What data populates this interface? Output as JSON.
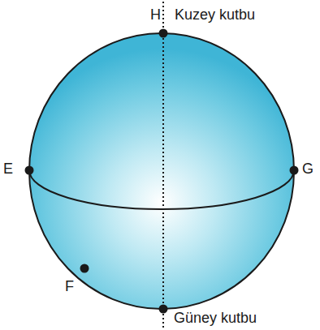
{
  "diagram": {
    "labels": [
      "H",
      "Kuzey kutbu",
      "E",
      "G",
      "F",
      "Güney kutbu"
    ]
  }
}
